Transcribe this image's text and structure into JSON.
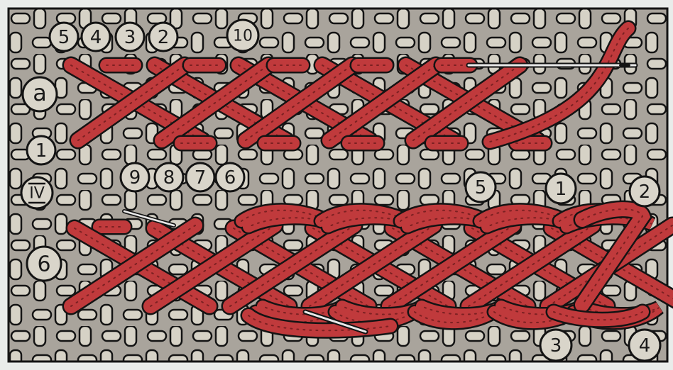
{
  "diagram": {
    "colors": {
      "background": "#e9ecea",
      "canvas": "#a9a49c",
      "weave_thread": "#d6d2c6",
      "outline": "#141414",
      "stitch": "#c03a3c",
      "stitch_shadow": "#6a1a1c",
      "badge_fill": "#d9d5ca",
      "needle": "#e9e9e9"
    },
    "labels": {
      "top_5": "5",
      "top_4": "4",
      "top_3": "3",
      "top_2": "2",
      "top_10": "10",
      "a": "a",
      "left_1": "1",
      "mid_9": "9",
      "mid_8": "8",
      "mid_7": "7",
      "mid_6": "6",
      "roman_iv": "IV",
      "left_6": "6",
      "right_5": "5",
      "right_1": "1",
      "right_2": "2",
      "bottom_3": "3",
      "bottom_4": "4"
    }
  }
}
